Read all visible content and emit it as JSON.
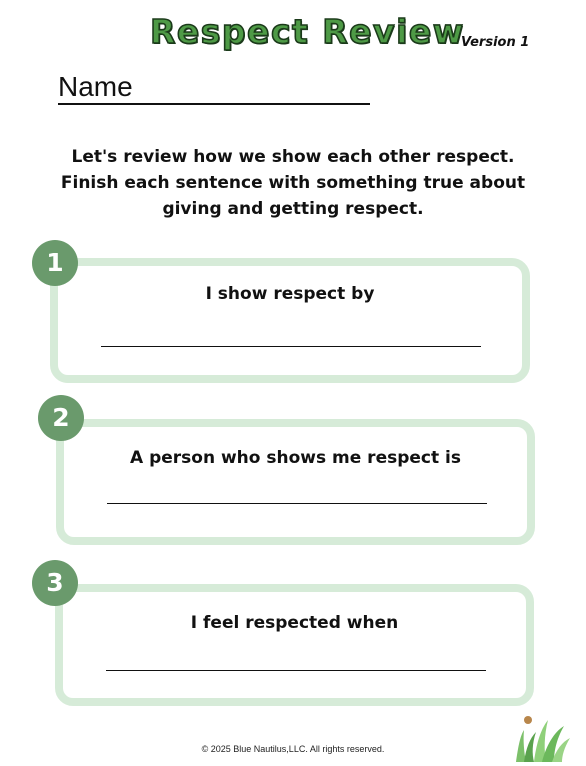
{
  "header": {
    "title": "Respect Review",
    "version": "Version 1",
    "name_label": "Name"
  },
  "instructions": {
    "line1": "Let's review how we show each other respect.",
    "line2": "Finish each sentence with something true about",
    "line3": "giving and getting respect."
  },
  "prompts": [
    {
      "number": "1",
      "text": "I show respect by"
    },
    {
      "number": "2",
      "text": "A person who shows me respect is"
    },
    {
      "number": "3",
      "text": "I feel respected when"
    }
  ],
  "footer": {
    "copyright": "© 2025 Blue Nautilus,LLC. All rights reserved."
  },
  "colors": {
    "title_green": "#4e9a46",
    "card_border": "#d6ebd8",
    "badge_green": "#6a9a6c"
  }
}
